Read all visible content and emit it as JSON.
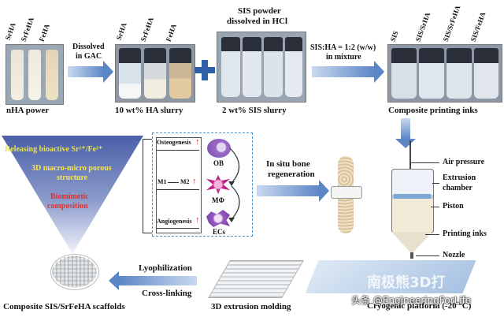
{
  "top_row": {
    "vial_labels_a": [
      "SrHA",
      "SrFeHA",
      "FeHA"
    ],
    "vial_labels_b": [
      "SrHA",
      "SrFeHA",
      "FeHA"
    ],
    "vial_labels_c": [
      "SIS",
      "SIS/SrHA",
      "SIS/SrFeHA",
      "SIS/FeHA"
    ],
    "arrow1_text_line1": "Dissolved",
    "arrow1_text_line2": "in GAC",
    "sis_powder_line1": "SIS powder",
    "sis_powder_line2": "dissolved in HCl",
    "ratio_line1": "SIS:HA = 1:2 (w/w)",
    "ratio_line2": "in mixture",
    "caption_nha": "nHA power",
    "caption_slurry": "10 wt% HA slurry",
    "caption_sis": "2 wt% SIS slurry",
    "caption_inks": "Composite  printing inks"
  },
  "triangle": {
    "line1": "Releasing bioactive Sr²⁺/Fe³⁺",
    "line2": "3D macro-micro porous",
    "line3": "structure",
    "line4": "Biomimetic",
    "line5": "composition"
  },
  "bio_box": {
    "osteogenesis": "Osteogenesis",
    "m1": "M1",
    "m2": "M2",
    "angiogenesis": "Angiogenesis",
    "ob": "OB",
    "mphi": "MΦ",
    "ecs": "ECs"
  },
  "regeneration_line1": "In situ bone",
  "regeneration_line2": "regeneration",
  "printer": {
    "air_pressure": "Air pressure",
    "extrusion_chamber_line1": "Extrusion",
    "extrusion_chamber_line2": "chamber",
    "piston": "Piston",
    "printing_inks": "Printing inks",
    "nozzle": "Nozzle",
    "platform": "Cryogenic platform (-20 °C)"
  },
  "bottom": {
    "lyophilization": "Lyophilization",
    "cross_linking": "Cross-linking",
    "scaffold_caption": "Composite SIS/SrFeHA scaffolds",
    "molding_caption": "3D extrusion molding"
  },
  "watermark": {
    "site": "南极熊3D打",
    "account": "头条 @EngineeringForLife"
  },
  "colors": {
    "arrow_blue": "#5b86c6",
    "red_text": "#e03030",
    "dash_border": "#4a90c8",
    "triangle_top": "#4a5fa8"
  }
}
